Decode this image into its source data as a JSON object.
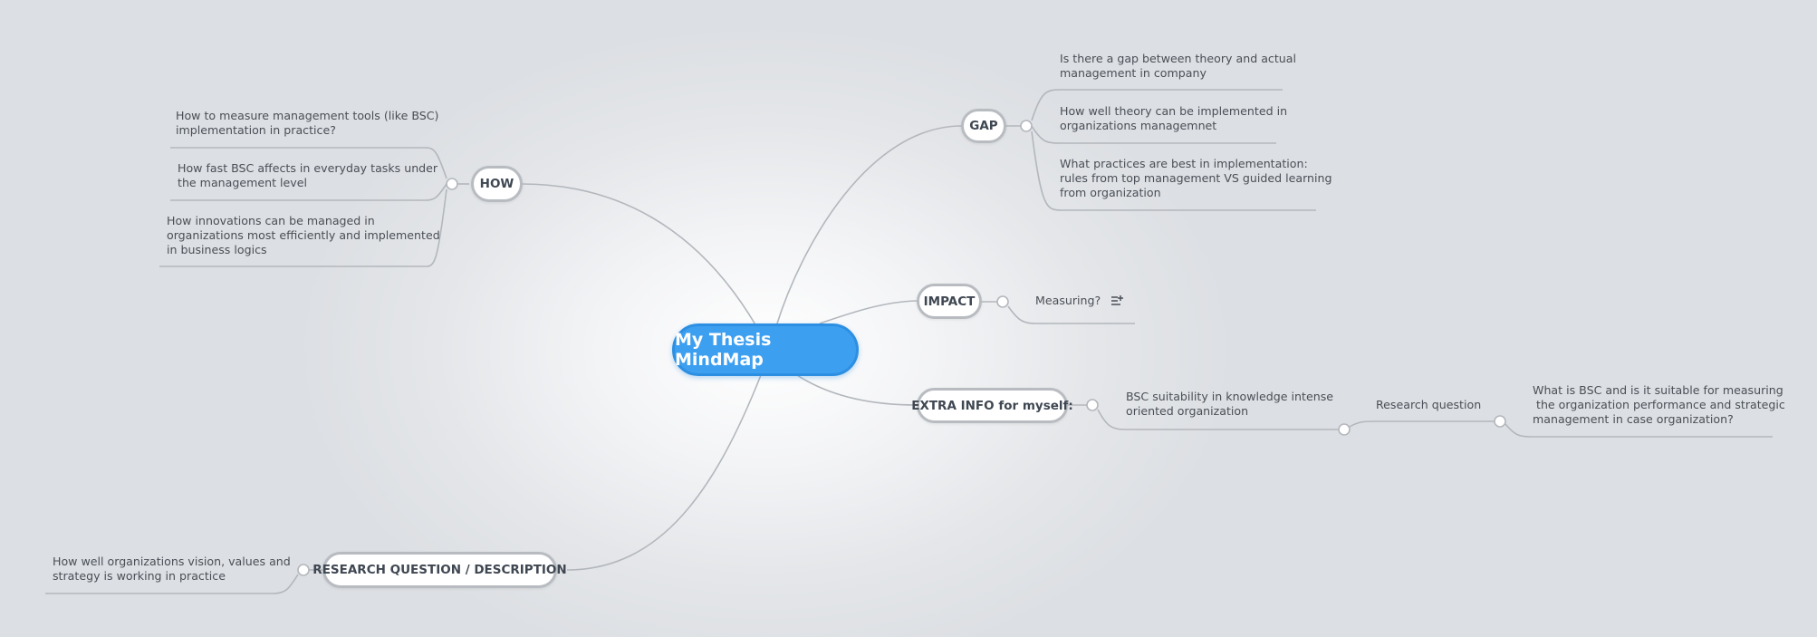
{
  "central": {
    "label": "My Thesis MindMap"
  },
  "branches": {
    "gap": {
      "label": "GAP",
      "children": [
        "Is there a gap between theory and actual\nmanagement in company",
        "How well theory can be implemented in\norganizations managemnet",
        "What practices are best in implementation:\nrules from top management VS guided learning\nfrom organization"
      ]
    },
    "impact": {
      "label": "IMPACT",
      "children": [
        "Measuring?"
      ]
    },
    "extra": {
      "label": "EXTRA INFO for myself:",
      "child": "BSC suitability in knowledge intense\noriented organization",
      "grandchild": "Research question",
      "great_grandchild": "What is BSC and is it suitable for measuring\n the organization performance and strategic\nmanagement in case organization?"
    },
    "how": {
      "label": "HOW",
      "children": [
        "How to measure management tools (like BSC)\nimplementation in practice?",
        "How fast BSC affects in everyday tasks under\nthe management level",
        "How innovations can be managed in\norganizations most efficiently and implemented\nin business logics"
      ]
    },
    "research": {
      "label": "RESEARCH QUESTION / DESCRIPTION",
      "children": [
        "How well organizations vision, values and\nstrategy is working in practice"
      ]
    }
  },
  "icons": {
    "note": "note-icon",
    "collapse": "collapse-knob-icon"
  },
  "colors": {
    "central_fill": "#3d9ff0",
    "node_border": "#b8bcc1",
    "line": "#b3b7bc",
    "text": "#4a4f57"
  }
}
